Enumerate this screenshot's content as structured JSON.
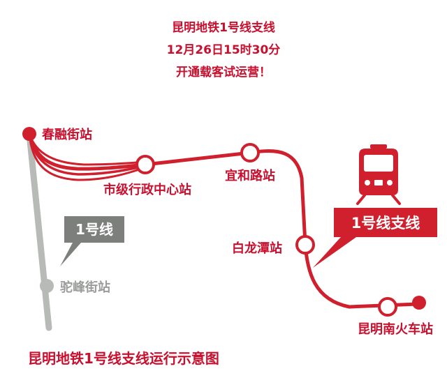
{
  "header": {
    "line1": "昆明地铁1号线支线",
    "line2": "12月26日15时30分",
    "line3": "开通载客试运营！"
  },
  "stations": {
    "chunrong": "春融街站",
    "shiji": "市级行政中心站",
    "yihe": "宜和路站",
    "bailongtan": "白龙潭站",
    "nanhuoche": "昆明南火车站",
    "tuofeng": "驼峰街站"
  },
  "callouts": {
    "line1": "1号线",
    "branch": "1号线支线"
  },
  "caption": "昆明地铁1号线支线运行示意图",
  "colors": {
    "accent": "#d0202e",
    "gray_line": "#b8bab8",
    "callout_gray": "#7d7f7d"
  },
  "icons": {
    "train": "train-front-icon"
  }
}
